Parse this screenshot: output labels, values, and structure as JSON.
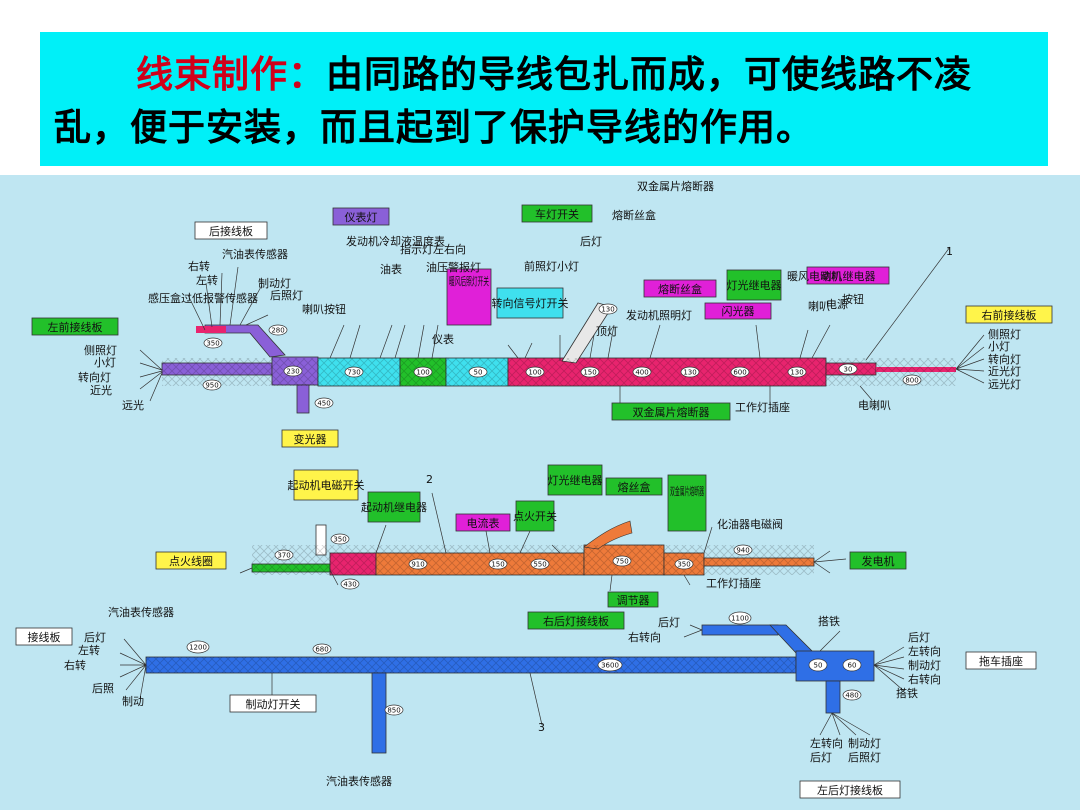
{
  "heading": {
    "lead": "线束制作：",
    "body": "由同路的导线包扎而成，可使线路不凌乱，便于安装，而且起到了保护导线的作用。"
  },
  "colors": {
    "title_bg": "#00f0f8",
    "lead_text": "#d0001a",
    "panel_bg": "#bfe6f2",
    "purple": "#8a60d8",
    "cyan": "#3fe0ee",
    "green": "#22c02a",
    "magenta": "#e8246e",
    "orange": "#ee7a3a",
    "blue": "#2f6fe6",
    "yellow": "#fff44a"
  },
  "diagram": {
    "harness1": {
      "boxes": [
        {
          "id": "left_front_board",
          "text": "左前接线板",
          "color": "green"
        },
        {
          "id": "rear_board",
          "text": "后接线板",
          "color": "white"
        },
        {
          "id": "instrument_light",
          "text": "仪表灯",
          "color": "purple"
        },
        {
          "id": "headlight_switch",
          "text": "车灯开关",
          "color": "green"
        },
        {
          "id": "heater_switch",
          "text": "暖风后照灯开关",
          "color": "magenta"
        },
        {
          "id": "turn_switch",
          "text": "转向信号灯开关",
          "color": "cyan"
        },
        {
          "id": "fuse_box",
          "text": "熔断丝盒",
          "color": "magenta"
        },
        {
          "id": "light_relay",
          "text": "灯光继电器",
          "color": "green"
        },
        {
          "id": "horn_relay",
          "text": "喇叭继电器",
          "color": "magenta"
        },
        {
          "id": "flasher",
          "text": "闪光器",
          "color": "magenta"
        },
        {
          "id": "right_front_board",
          "text": "右前接线板",
          "color": "yellow"
        },
        {
          "id": "dimmer",
          "text": "变光器",
          "color": "yellow"
        },
        {
          "id": "bimetal_fuse",
          "text": "双金属片熔断器",
          "color": "green"
        }
      ],
      "labels": {
        "sensors": "感压盒过低报警传感器",
        "fuel_sensor": "汽油表传感器",
        "right_turn": "右转",
        "left_turn": "左转",
        "rear_light": "后照灯",
        "brake_light": "制动灯",
        "horn_btn": "喇叭按钮",
        "engine_temp": "发动机冷却液温度表",
        "oil_gauge": "油表",
        "indicator": "指示灯左右向",
        "oil_pressure": "油压警报灯",
        "instrument": "仪表",
        "front_small": "前照灯小灯",
        "rear_lights": "后灯",
        "dual_fuse_top": "双金属片熔断器",
        "side_fuse": "熔断丝盒",
        "engine_room": "发动机照明灯",
        "top_light": "顶灯",
        "heater_motor": "暖风电动机",
        "horn": "喇叭",
        "power": "电源",
        "button": "按钮",
        "lamp_socket": "工作灯插座",
        "e_horn": "电喇叭",
        "side_light": "侧照灯",
        "small_light": "小灯",
        "turn_light": "转向灯",
        "near_light": "近光",
        "far_light": "远光",
        "near_light_r": "近光灯",
        "far_light_r": "远光灯",
        "marker": "1"
      },
      "numbers": [
        "350",
        "280",
        "230",
        "950",
        "450",
        "730",
        "100",
        "50",
        "100",
        "130",
        "150",
        "400",
        "130",
        "600",
        "130",
        "30",
        "800"
      ]
    },
    "harness2": {
      "boxes": [
        {
          "id": "starter_switch",
          "text": "起动机电磁开关",
          "color": "yellow"
        },
        {
          "id": "starter_relay",
          "text": "起动机继电器",
          "color": "green"
        },
        {
          "id": "ammeter",
          "text": "电流表",
          "color": "magenta"
        },
        {
          "id": "ignition",
          "text": "点火开关",
          "color": "green"
        },
        {
          "id": "light_relay2",
          "text": "灯光继电器",
          "color": "green"
        },
        {
          "id": "fuse_box2",
          "text": "熔丝盒",
          "color": "green"
        },
        {
          "id": "bimetal2",
          "text": "双金属片熔断器",
          "color": "green"
        },
        {
          "id": "ignition_coil",
          "text": "点火线圈",
          "color": "yellow"
        },
        {
          "id": "generator",
          "text": "发电机",
          "color": "green"
        },
        {
          "id": "regulator",
          "text": "调节器",
          "color": "green"
        }
      ],
      "labels": {
        "carb_valve": "化油器电磁阀",
        "lamp_socket2": "工作灯插座",
        "marker": "2"
      },
      "numbers": [
        "370",
        "350",
        "430",
        "910",
        "150",
        "550",
        "750",
        "350",
        "940"
      ]
    },
    "harness3": {
      "boxes": [
        {
          "id": "board",
          "text": "接线板",
          "color": "white"
        },
        {
          "id": "rear_light_board",
          "text": "右后灯接线板",
          "color": "green"
        },
        {
          "id": "brake_switch",
          "text": "制动灯开关",
          "color": "white"
        },
        {
          "id": "trailer_socket",
          "text": "拖车插座",
          "color": "white"
        },
        {
          "id": "left_rear_board",
          "text": "左后灯接线板",
          "color": "white"
        }
      ],
      "labels": {
        "fuel_sensor_l": "汽油表传感器",
        "rear_l": "后灯",
        "left_turn_l": "左转",
        "right_turn_l": "右转",
        "rear_light_l": "后照",
        "brake_l": "制动",
        "rear_r": "后灯",
        "right_turn_r": "右转向",
        "ground": "搭铁",
        "rear_light2": "后灯",
        "left_turn2": "左转向",
        "brake2": "制动灯",
        "right_turn2": "右转向",
        "ground2": "搭铁",
        "bottom_fuel": "汽油表传感器",
        "left_turn_b": "左转向",
        "rear_b": "后灯",
        "brake_b": "制动灯",
        "rear_light_b": "后照灯",
        "marker": "3"
      },
      "numbers": [
        "1200",
        "680",
        "3600",
        "1100",
        "50",
        "60",
        "480",
        "850"
      ]
    }
  }
}
